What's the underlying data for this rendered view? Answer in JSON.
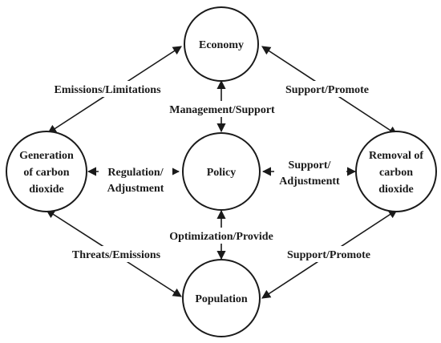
{
  "nodes": {
    "economy": {
      "lines": [
        "Economy"
      ]
    },
    "generation": {
      "lines": [
        "Generation",
        "of carbon",
        "dioxide"
      ]
    },
    "policy": {
      "lines": [
        "Policy"
      ]
    },
    "removal": {
      "lines": [
        "Removal of",
        "carbon",
        "dioxide"
      ]
    },
    "population": {
      "lines": [
        "Population"
      ]
    }
  },
  "edges": {
    "economy_generation": {
      "lines": [
        "Emissions/Limitations"
      ]
    },
    "economy_policy": {
      "lines": [
        "Management/Support"
      ]
    },
    "economy_removal": {
      "lines": [
        "Support/Promote"
      ]
    },
    "generation_policy": {
      "lines": [
        "Regulation/",
        "Adjustment"
      ]
    },
    "policy_removal": {
      "lines": [
        "Support/",
        "Adjustmentt"
      ]
    },
    "policy_population": {
      "lines": [
        "Optimization/Provide"
      ]
    },
    "generation_population": {
      "lines": [
        "Threats/Emissions"
      ]
    },
    "removal_population": {
      "lines": [
        "Support/Promote"
      ]
    }
  },
  "colors": {
    "stroke": "#1a1a1a",
    "background": "#ffffff"
  }
}
